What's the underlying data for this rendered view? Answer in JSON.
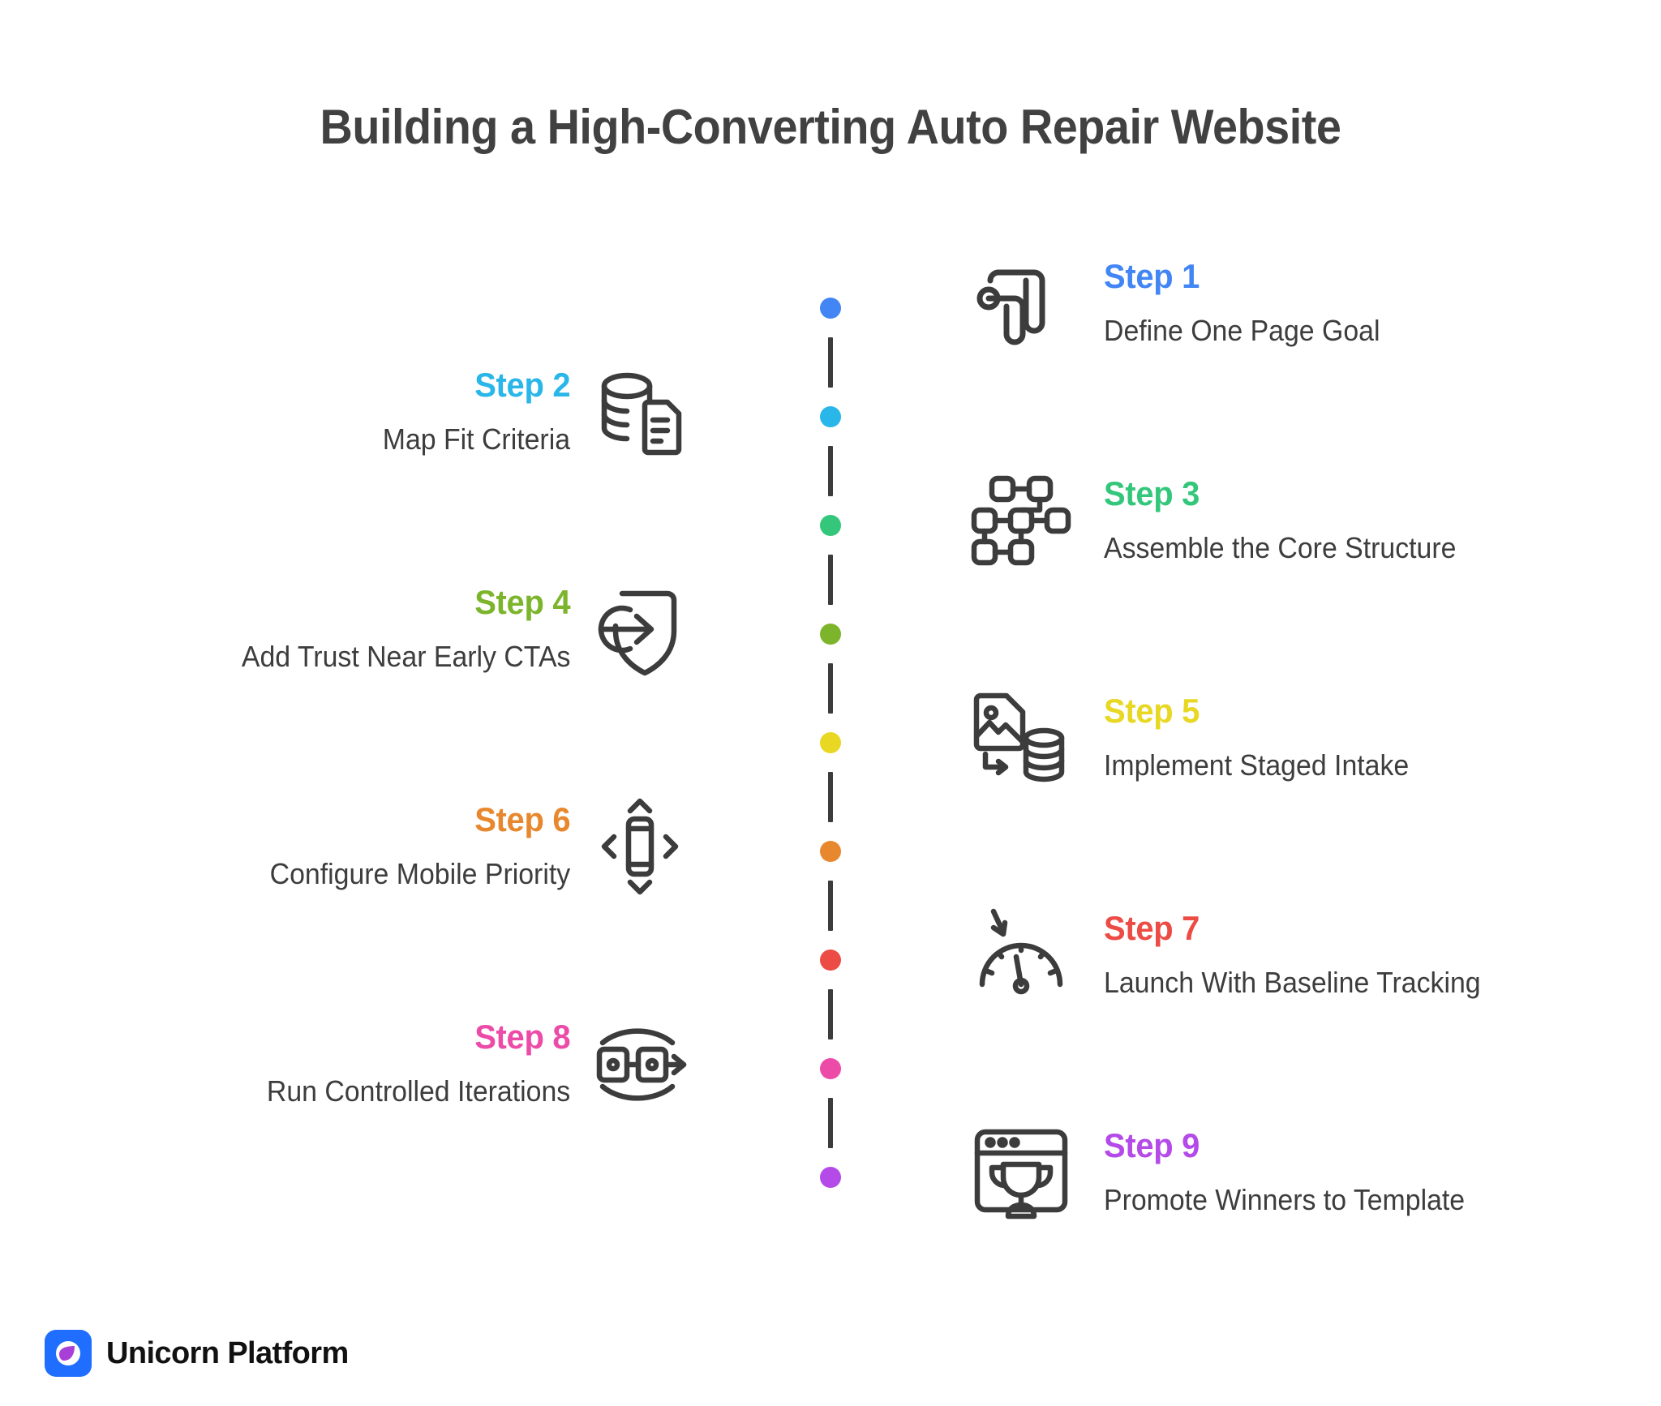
{
  "title": "Building a High-Converting Auto Repair Website",
  "background_color": "#FFFFFF",
  "title_color": "#414141",
  "description_color": "#3D3D3D",
  "icon_stroke_color": "#3C3C3C",
  "timeline": {
    "line_color": "#3C3C3C",
    "style": "vertical-dashed"
  },
  "steps": [
    {
      "label": "Step 1",
      "description": "Define One Page Goal",
      "color": "#4285F4",
      "side": "right",
      "icon": "sitemap-flowchart-icon"
    },
    {
      "label": "Step 2",
      "description": "Map Fit Criteria",
      "color": "#29B6E8",
      "side": "left",
      "icon": "database-document-icon"
    },
    {
      "label": "Step 3",
      "description": "Assemble the Core Structure",
      "color": "#34C77B",
      "side": "right",
      "icon": "node-network-grid-icon"
    },
    {
      "label": "Step 4",
      "description": "Add Trust Near Early CTAs",
      "color": "#7CB52C",
      "side": "left",
      "icon": "shield-arrow-in-icon"
    },
    {
      "label": "Step 5",
      "description": "Implement Staged Intake",
      "color": "#E8D723",
      "side": "right",
      "icon": "image-to-database-icon"
    },
    {
      "label": "Step 6",
      "description": "Configure Mobile Priority",
      "color": "#E8882E",
      "side": "left",
      "icon": "responsive-mobile-arrows-icon"
    },
    {
      "label": "Step 7",
      "description": "Launch With Baseline Tracking",
      "color": "#EC4C44",
      "side": "right",
      "icon": "speedometer-gauge-icon"
    },
    {
      "label": "Step 8",
      "description": "Run Controlled Iterations",
      "color": "#EC4BA8",
      "side": "left",
      "icon": "ab-test-cycle-icon"
    },
    {
      "label": "Step 9",
      "description": "Promote Winners to Template",
      "color": "#B44AE8",
      "side": "right",
      "icon": "browser-trophy-icon"
    }
  ],
  "footer": {
    "brand": "Unicorn Platform",
    "logo_icon": "unicorn-leaf-logo-icon",
    "logo_bg": "#1F6EFF",
    "logo_leaf": "#A83FD8"
  }
}
